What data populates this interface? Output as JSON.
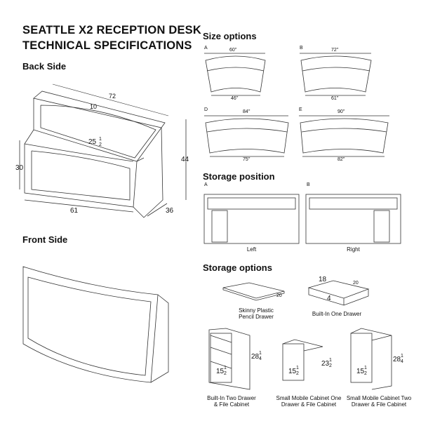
{
  "title_line1": "SEATTLE X2 RECEPTION DESK",
  "title_line2": "TECHNICAL SPECIFICATIONS",
  "back_side": {
    "heading": "Back Side",
    "dims": {
      "width": "72",
      "top": "10",
      "depth_inner": "25",
      "inner_frac_n": "1",
      "inner_frac_d": "2",
      "height_inner": "30",
      "height_total": "44",
      "base": "61",
      "depth": "36"
    }
  },
  "front_side": {
    "heading": "Front Side"
  },
  "size_options": {
    "heading": "Size options",
    "items": [
      {
        "letter": "A",
        "top": "60''",
        "bottom": "46''"
      },
      {
        "letter": "B",
        "top": "72''",
        "bottom": "61''"
      },
      {
        "letter": "D",
        "top": "84''",
        "bottom": "75''"
      },
      {
        "letter": "E",
        "top": "90''",
        "bottom": "82''"
      }
    ]
  },
  "storage_position": {
    "heading": "Storage position",
    "items": [
      {
        "letter": "A",
        "label": "Left"
      },
      {
        "letter": "B",
        "label": "Right"
      }
    ]
  },
  "storage_options": {
    "heading": "Storage options",
    "items": [
      {
        "label1": "Skinny Plastic",
        "label2": "Pencil Drawer",
        "dim": "20"
      },
      {
        "label1": "Built-In One Drawer",
        "dims": [
          "18",
          "20",
          "4"
        ]
      },
      {
        "label1": "Built-In Two Drawer",
        "label2": "& File Cabinet",
        "height": "28",
        "height_frac": [
          "1",
          "4"
        ],
        "inner": "15",
        "inner_frac": [
          "1",
          "2"
        ]
      },
      {
        "label1": "Small Mobile Cabinet One",
        "label2": "Drawer & File Cabinet",
        "height": "23",
        "height_frac": [
          "1",
          "2"
        ],
        "inner": "15",
        "inner_frac": [
          "1",
          "2"
        ]
      },
      {
        "label1": "Small Mobile Cabinet Two",
        "label2": "Drawer & File Cabinet",
        "height": "28",
        "height_frac": [
          "1",
          "4"
        ],
        "inner": "15",
        "inner_frac": [
          "1",
          "2"
        ]
      }
    ]
  }
}
